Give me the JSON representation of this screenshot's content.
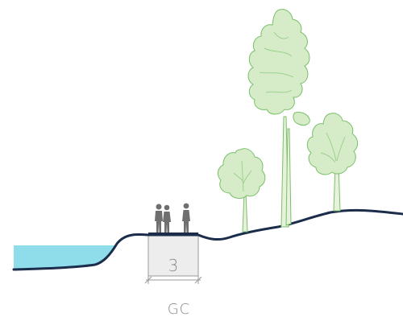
{
  "section": {
    "path_width_label": "3",
    "path_type_label": "GC"
  },
  "elements": {
    "water": "water-body",
    "ground": "ground-profile",
    "path": "gravel-path",
    "trees": [
      "small-tree",
      "tall-pine-tree",
      "medium-tree"
    ],
    "people": [
      "walking-couple",
      "standing-person"
    ]
  },
  "colors": {
    "water": "#8fdcea",
    "ground_line": "#1b2d4a",
    "foliage_fill": "#d6ecc9",
    "foliage_stroke": "#7bbf6a",
    "path_box_fill": "#ededed",
    "path_box_stroke": "#9a9a9a",
    "people": "#6f6f6f",
    "text": "#888888"
  }
}
